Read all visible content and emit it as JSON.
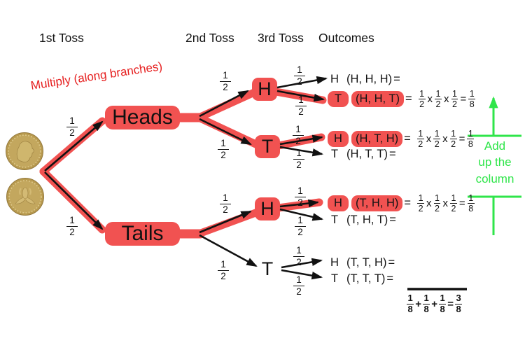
{
  "colors": {
    "highlight_red": "#f15251",
    "annotation_red": "#e62121",
    "annotation_green": "#2fe54a",
    "coin_gold": "#b89a4f",
    "coin_detail_gold": "#cbb167",
    "ink": "#111111"
  },
  "headers": {
    "toss1": "1st Toss",
    "toss2": "2nd Toss",
    "toss3": "3rd Toss",
    "outcomes": "Outcomes"
  },
  "annotations": {
    "multiply": "Multiply (along branches)",
    "add_line1": "Add",
    "add_line2": "up the",
    "add_line3": "column"
  },
  "nodes": {
    "toss1_heads": "Heads",
    "toss1_tails": "Tails",
    "toss2_h_top": "H",
    "toss2_t_top": "T",
    "toss2_h_bottom": "H",
    "toss2_t_bottom": "T"
  },
  "fraction_half": {
    "n": "1",
    "d": "2"
  },
  "fraction_eighth": {
    "n": "1",
    "d": "8"
  },
  "sum_result": {
    "n": "3",
    "d": "8"
  },
  "ops": {
    "times": "x",
    "eq": "=",
    "plus": "+"
  },
  "outcome_rows": [
    {
      "letter": "H",
      "tuple": "(H, H, H)",
      "eq": "=",
      "highlighted": false,
      "has_formula": false
    },
    {
      "letter": "T",
      "tuple": "(H, H, T)",
      "eq": "=",
      "highlighted": true,
      "has_formula": true
    },
    {
      "letter": "H",
      "tuple": "(H, T, H)",
      "eq": "=",
      "highlighted": true,
      "has_formula": true
    },
    {
      "letter": "T",
      "tuple": "(H, T, T)",
      "eq": "=",
      "highlighted": false,
      "has_formula": false
    },
    {
      "letter": "H",
      "tuple": "(T, H, H)",
      "eq": "=",
      "highlighted": true,
      "has_formula": true
    },
    {
      "letter": "T",
      "tuple": "(T, H, T)",
      "eq": "=",
      "highlighted": false,
      "has_formula": false
    },
    {
      "letter": "H",
      "tuple": "(T, T, H)",
      "eq": "=",
      "highlighted": false,
      "has_formula": false
    },
    {
      "letter": "T",
      "tuple": "(T, T, T)",
      "eq": "=",
      "highlighted": false,
      "has_formula": false
    }
  ]
}
